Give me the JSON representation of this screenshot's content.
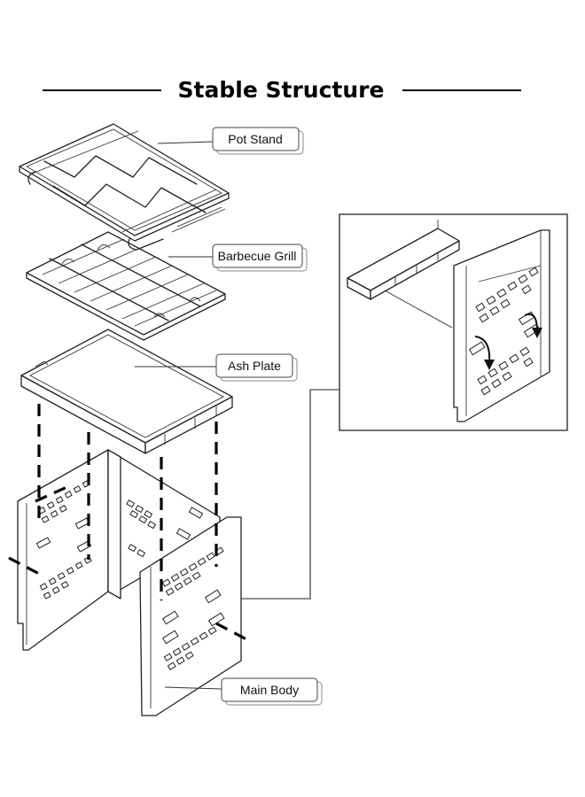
{
  "title": "Stable Structure",
  "labels": {
    "pot_stand": "Pot Stand",
    "barbecue_grill": "Barbecue Grill",
    "ash_plate": "Ash Plate",
    "main_body": "Main Body"
  },
  "colors": {
    "ink": "#000000",
    "line": "#222222",
    "background": "#ffffff"
  }
}
